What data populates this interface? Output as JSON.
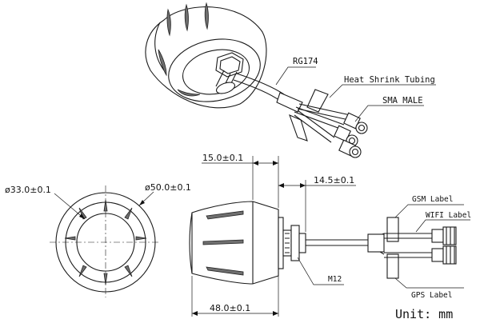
{
  "labels": {
    "cable": "RG174",
    "heat_shrink": "Heat Shrink Tubing",
    "connector": "SMA MALE",
    "gsm": "GSM Label",
    "wifi": "WIFI Label",
    "gps": "GPS Label",
    "thread": "M12",
    "unit": "Unit: mm"
  },
  "dimensions": {
    "inner_diameter": "ø33.0±0.1",
    "outer_diameter": "ø50.0±0.1",
    "housing_depth": "15.0±0.1",
    "mount_length": "14.5±0.1",
    "total_width": "48.0±0.1"
  },
  "colors": {
    "line": "#1a1a1a",
    "shade": "#6f6f6f",
    "background": "#ffffff"
  }
}
